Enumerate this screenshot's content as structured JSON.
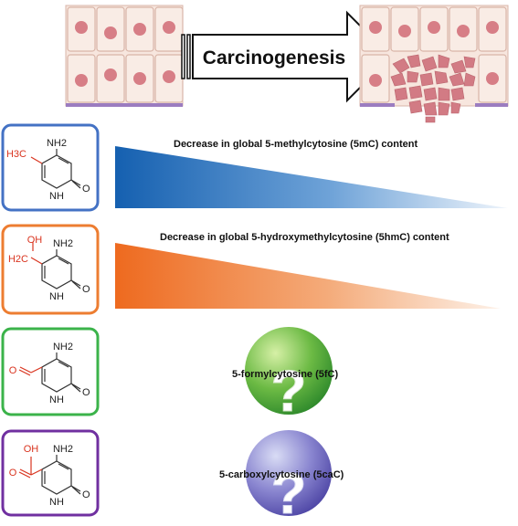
{
  "header": {
    "arrow_label": "Carcinogenesis"
  },
  "rows": [
    {
      "id": "5mc",
      "color": "#4472c4",
      "gradient": "#1a66b3",
      "description": "Decrease in global 5-methylcytosine (5mC) content",
      "molecule": {
        "group": "H3C",
        "nh2": "NH2",
        "nh": "NH",
        "o": "O"
      }
    },
    {
      "id": "5hmc",
      "color": "#ed7d31",
      "gradient": "#ee6a1f",
      "description": "Decrease in  global 5-hydroxymethylcytosine (5hmC) content",
      "molecule": {
        "oh": "OH",
        "group": "H2C",
        "nh2": "NH2",
        "nh": "NH",
        "o": "O"
      }
    },
    {
      "id": "5fc",
      "color": "#3bb34a",
      "description": "5-formylcytosine (5fC)",
      "mark": "?",
      "molecule": {
        "group": "O",
        "nh2": "NH2",
        "nh": "NH",
        "o": "O"
      }
    },
    {
      "id": "5cac",
      "color": "#7030a0",
      "description": "5-carboxylcytosine (5caC)",
      "mark": "?",
      "molecule": {
        "oh": "OH",
        "group": "O",
        "nh2": "NH2",
        "nh": "NH",
        "o": "O"
      }
    }
  ],
  "colors": {
    "cell_fill": "#f7e6de",
    "cell_border": "#d9b5a8",
    "nucleus": "#d77e86",
    "membrane": "#9b7cc0",
    "molecule_line": "#333333",
    "substituent": "#d9341f",
    "green_sphere": "#4aa838",
    "purple_sphere": "#6b63b8"
  }
}
